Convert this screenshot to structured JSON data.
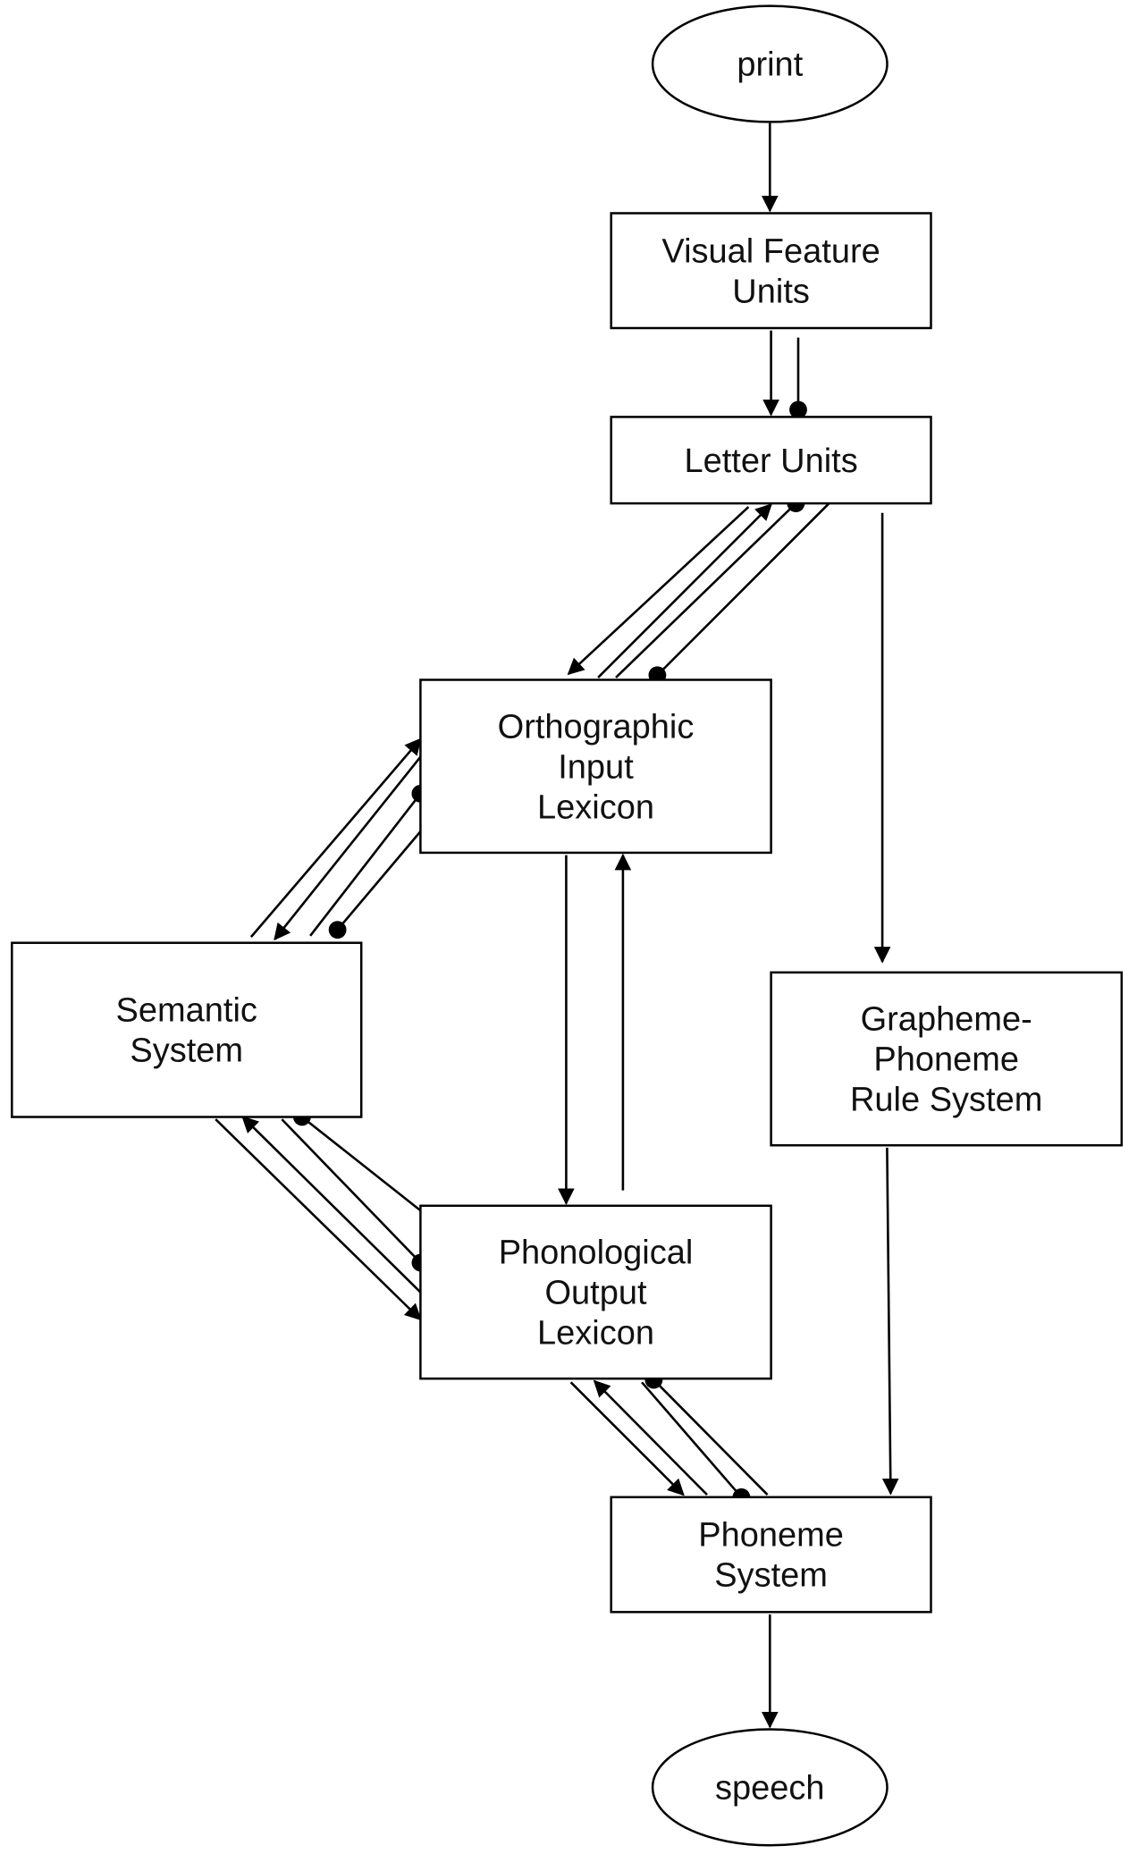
{
  "nodes": [
    {
      "id": "print",
      "shape": "ellipse",
      "lines": [
        "print"
      ]
    },
    {
      "id": "visual-feature-units",
      "shape": "rect",
      "lines": [
        "Visual Feature",
        "Units"
      ]
    },
    {
      "id": "letter-units",
      "shape": "rect",
      "lines": [
        "Letter Units"
      ]
    },
    {
      "id": "orthographic-input-lexicon",
      "shape": "rect",
      "lines": [
        "Orthographic",
        "Input",
        "Lexicon"
      ]
    },
    {
      "id": "semantic-system",
      "shape": "rect",
      "lines": [
        "Semantic",
        "System"
      ]
    },
    {
      "id": "grapheme-phoneme-rule-system",
      "shape": "rect",
      "lines": [
        "Grapheme-",
        "Phoneme",
        "Rule System"
      ]
    },
    {
      "id": "phonological-output-lexicon",
      "shape": "rect",
      "lines": [
        "Phonological",
        "Output",
        "Lexicon"
      ]
    },
    {
      "id": "phoneme-system",
      "shape": "rect",
      "lines": [
        "Phoneme",
        "System"
      ]
    },
    {
      "id": "speech",
      "shape": "ellipse",
      "lines": [
        "speech"
      ]
    }
  ],
  "edges": [
    {
      "id": "print-to-visual",
      "from": "print",
      "to": "visual-feature-units",
      "head": "arrow"
    },
    {
      "id": "visual-to-letter-excite",
      "from": "visual-feature-units",
      "to": "letter-units",
      "head": "arrow"
    },
    {
      "id": "visual-to-letter-inhibit",
      "from": "visual-feature-units",
      "to": "letter-units",
      "head": "dot"
    },
    {
      "id": "letter-to-ortho-excite",
      "from": "letter-units",
      "to": "orthographic-input-lexicon",
      "head": "arrow"
    },
    {
      "id": "ortho-to-letter-excite",
      "from": "orthographic-input-lexicon",
      "to": "letter-units",
      "head": "arrow"
    },
    {
      "id": "letter-to-ortho-inhibit",
      "from": "letter-units",
      "to": "orthographic-input-lexicon",
      "head": "dot"
    },
    {
      "id": "ortho-to-letter-inhibit",
      "from": "orthographic-input-lexicon",
      "to": "letter-units",
      "head": "dot"
    },
    {
      "id": "letter-to-gpc",
      "from": "letter-units",
      "to": "grapheme-phoneme-rule-system",
      "head": "arrow"
    },
    {
      "id": "semantic-to-ortho-excite",
      "from": "semantic-system",
      "to": "orthographic-input-lexicon",
      "head": "arrow"
    },
    {
      "id": "ortho-to-semantic-excite",
      "from": "orthographic-input-lexicon",
      "to": "semantic-system",
      "head": "arrow"
    },
    {
      "id": "semantic-to-ortho-inhibit",
      "from": "semantic-system",
      "to": "orthographic-input-lexicon",
      "head": "dot"
    },
    {
      "id": "ortho-to-semantic-inhibit",
      "from": "orthographic-input-lexicon",
      "to": "semantic-system",
      "head": "dot"
    },
    {
      "id": "ortho-to-phono",
      "from": "orthographic-input-lexicon",
      "to": "phonological-output-lexicon",
      "head": "arrow"
    },
    {
      "id": "phono-to-ortho",
      "from": "phonological-output-lexicon",
      "to": "orthographic-input-lexicon",
      "head": "arrow"
    },
    {
      "id": "semantic-to-phono-excite",
      "from": "semantic-system",
      "to": "phonological-output-lexicon",
      "head": "arrow"
    },
    {
      "id": "phono-to-semantic-excite",
      "from": "phonological-output-lexicon",
      "to": "semantic-system",
      "head": "arrow"
    },
    {
      "id": "semantic-to-phono-inhibit",
      "from": "semantic-system",
      "to": "phonological-output-lexicon",
      "head": "dot"
    },
    {
      "id": "phono-to-semantic-inhibit",
      "from": "phonological-output-lexicon",
      "to": "semantic-system",
      "head": "dot"
    },
    {
      "id": "phono-to-phoneme-excite",
      "from": "phonological-output-lexicon",
      "to": "phoneme-system",
      "head": "arrow"
    },
    {
      "id": "phoneme-to-phono-excite",
      "from": "phoneme-system",
      "to": "phonological-output-lexicon",
      "head": "arrow"
    },
    {
      "id": "phono-to-phoneme-inhibit",
      "from": "phonological-output-lexicon",
      "to": "phoneme-system",
      "head": "dot"
    },
    {
      "id": "phoneme-to-phono-inhibit",
      "from": "phoneme-system",
      "to": "phonological-output-lexicon",
      "head": "dot"
    },
    {
      "id": "gpc-to-phoneme",
      "from": "grapheme-phoneme-rule-system",
      "to": "phoneme-system",
      "head": "arrow"
    },
    {
      "id": "phoneme-to-speech",
      "from": "phoneme-system",
      "to": "speech",
      "head": "arrow"
    }
  ]
}
